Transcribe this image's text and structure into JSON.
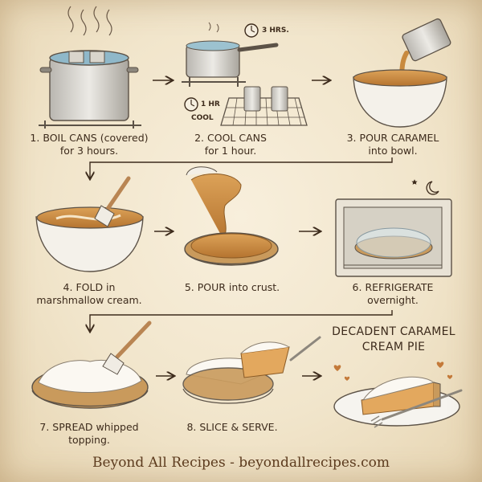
{
  "steps": [
    {
      "num": "1.",
      "line1": "BOIL CANS (covered)",
      "line2": "for 3 hours."
    },
    {
      "num": "2.",
      "line1": "COOL CANS",
      "line2": "for 1 hour."
    },
    {
      "num": "3.",
      "line1": "POUR CARAMEL",
      "line2": "into bowl."
    },
    {
      "num": "4.",
      "line1": "FOLD in",
      "line2": "marshmallow cream."
    },
    {
      "num": "5.",
      "line1": "POUR into crust.",
      "line2": ""
    },
    {
      "num": "6.",
      "line1": "REFRIGERATE",
      "line2": "overnight."
    },
    {
      "num": "7.",
      "line1": "SPREAD whipped",
      "line2": "topping."
    },
    {
      "num": "8.",
      "line1": "SLICE & SERVE.",
      "line2": ""
    }
  ],
  "timer_labels": {
    "boil": "3 HRS.",
    "cool_time": "1 HR",
    "cool": "COOL"
  },
  "final": {
    "line1": "DECADENT CARAMEL",
    "line2": "CREAM PIE"
  },
  "footer": "Beyond All Recipes - beyondallrecipes.com",
  "colors": {
    "caramel": "#c88a3e",
    "ink": "#3d2b1c",
    "paper": "#f4ead4",
    "crust": "#c99a5c"
  }
}
